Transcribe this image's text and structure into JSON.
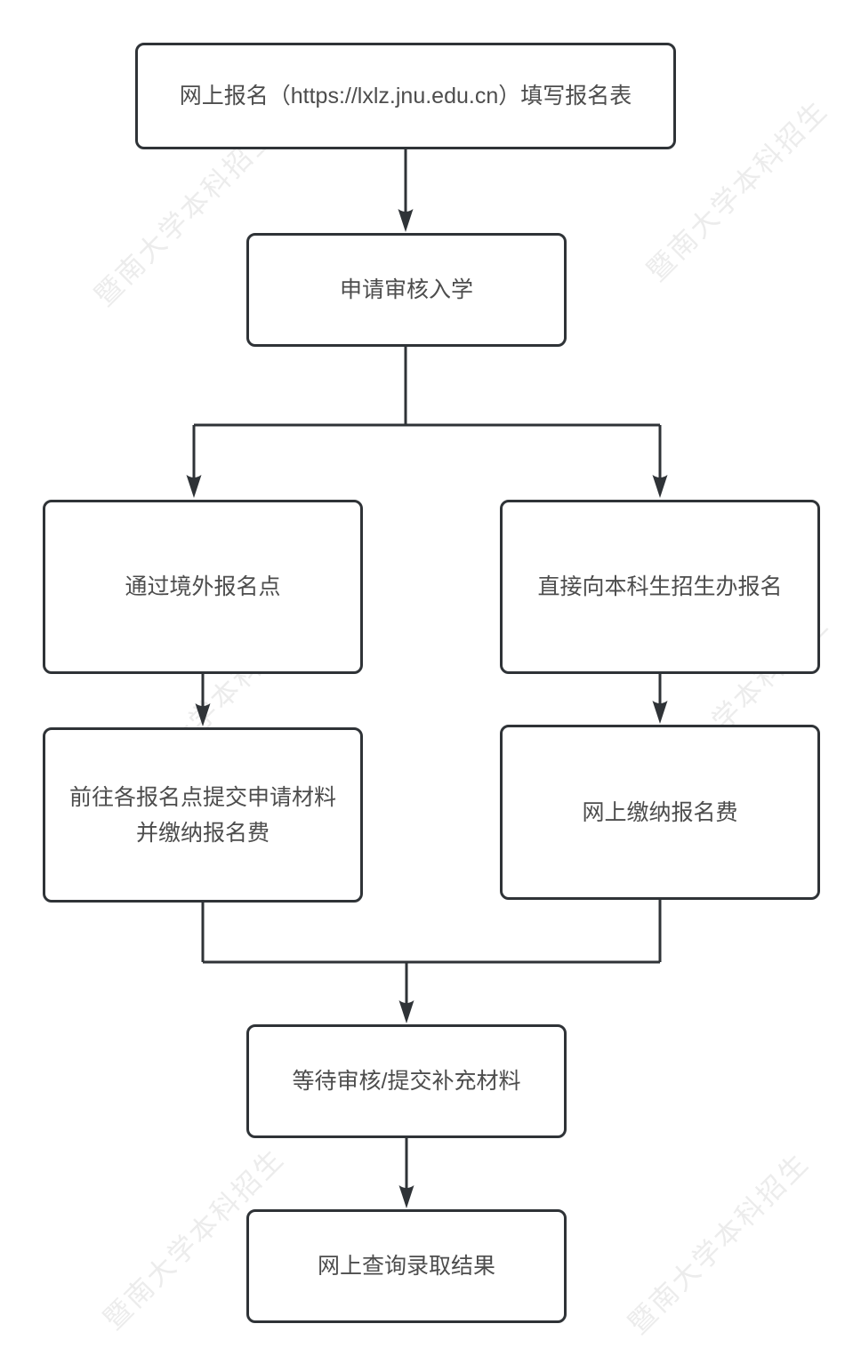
{
  "watermark": {
    "text": "暨南大学本科招生",
    "color": "#ececec"
  },
  "colors": {
    "background": "#ffffff",
    "line": "#2f3337",
    "box_border": "#2f3337",
    "box_text": "#4d4d4d"
  },
  "chart_data": {
    "type": "flowchart",
    "title": "",
    "nodes": [
      {
        "id": "online-registration",
        "label": "网上报名（https://lxlz.jnu.edu.cn）填写报名表"
      },
      {
        "id": "apply-review-admission",
        "label": "申请审核入学"
      },
      {
        "id": "via-overseas-registration-point",
        "label": "通过境外报名点"
      },
      {
        "id": "register-directly-admissions-office",
        "label": "直接向本科生招生办报名"
      },
      {
        "id": "submit-materials-pay-fee",
        "label": "前往各报名点提交申请材料\n并缴纳报名费"
      },
      {
        "id": "pay-fee-online",
        "label": "网上缴纳报名费"
      },
      {
        "id": "wait-review-supplement",
        "label": "等待审核/提交补充材料"
      },
      {
        "id": "check-admission-result",
        "label": "网上查询录取结果"
      }
    ],
    "edges": [
      {
        "from": "online-registration",
        "to": "apply-review-admission"
      },
      {
        "from": "apply-review-admission",
        "to": "via-overseas-registration-point"
      },
      {
        "from": "apply-review-admission",
        "to": "register-directly-admissions-office"
      },
      {
        "from": "via-overseas-registration-point",
        "to": "submit-materials-pay-fee"
      },
      {
        "from": "register-directly-admissions-office",
        "to": "pay-fee-online"
      },
      {
        "from": "submit-materials-pay-fee",
        "to": "wait-review-supplement"
      },
      {
        "from": "pay-fee-online",
        "to": "wait-review-supplement"
      },
      {
        "from": "wait-review-supplement",
        "to": "check-admission-result"
      }
    ]
  }
}
